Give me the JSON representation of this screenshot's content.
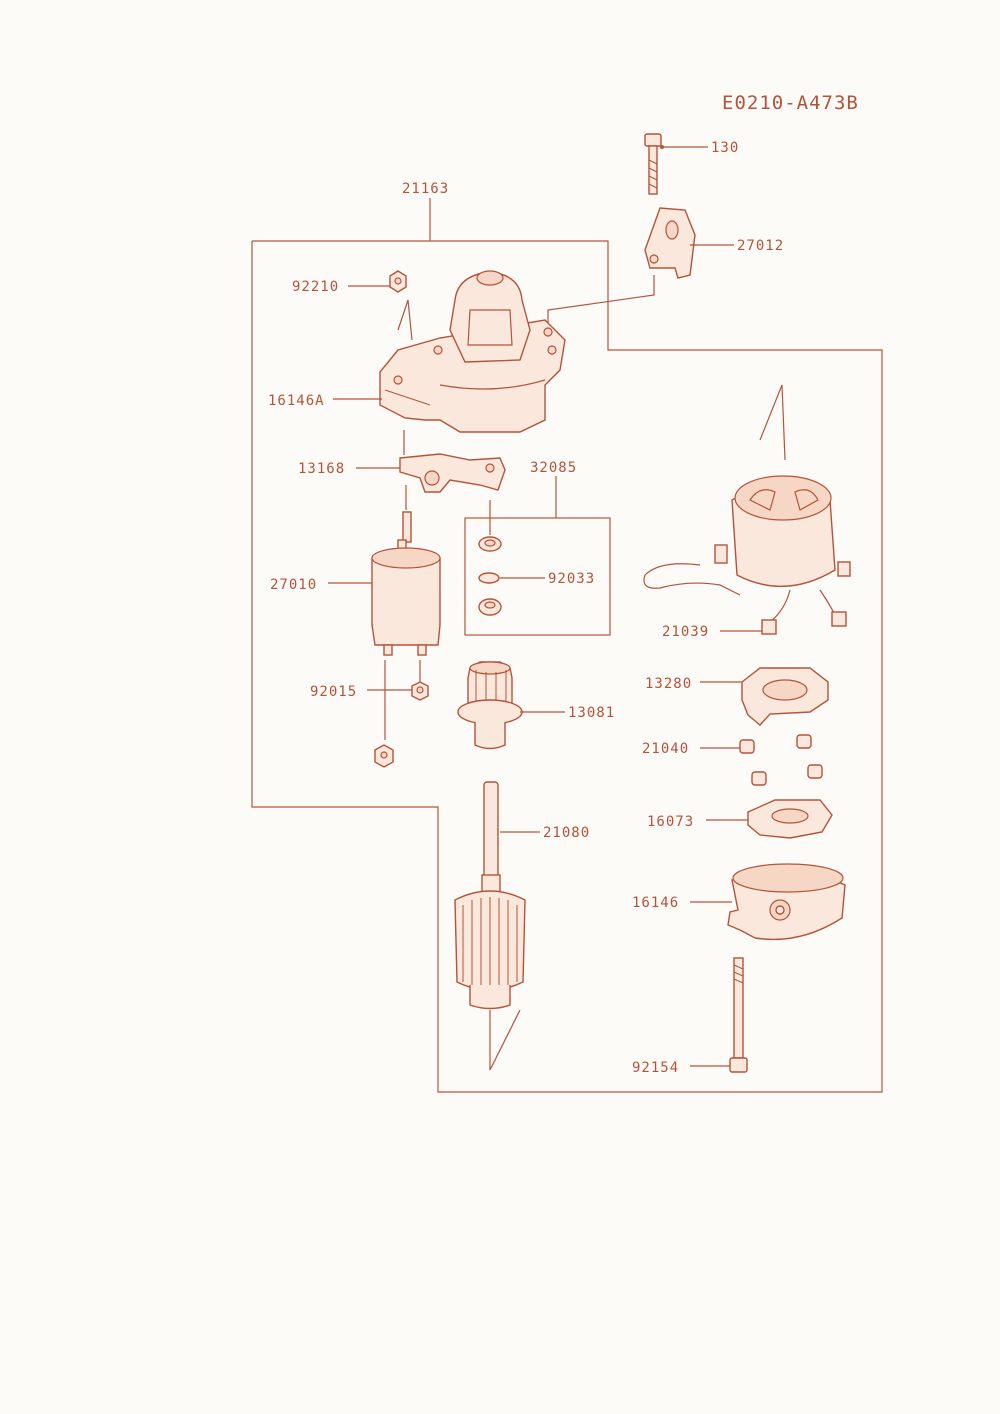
{
  "diagram_code": "E0210-A473B",
  "accent_color": "#b5533a",
  "background_color": "#fdfbf8",
  "labels": {
    "p130": "130",
    "p27012": "27012",
    "p21163": "21163",
    "p92210": "92210",
    "p16146A": "16146A",
    "p13168": "13168",
    "p32085": "32085",
    "p27010": "27010",
    "p92033": "92033",
    "p21039": "21039",
    "p13280": "13280",
    "p92015": "92015",
    "p13081": "13081",
    "p21040": "21040",
    "p16073": "16073",
    "p21080": "21080",
    "p16146": "16146",
    "p92154": "92154"
  }
}
